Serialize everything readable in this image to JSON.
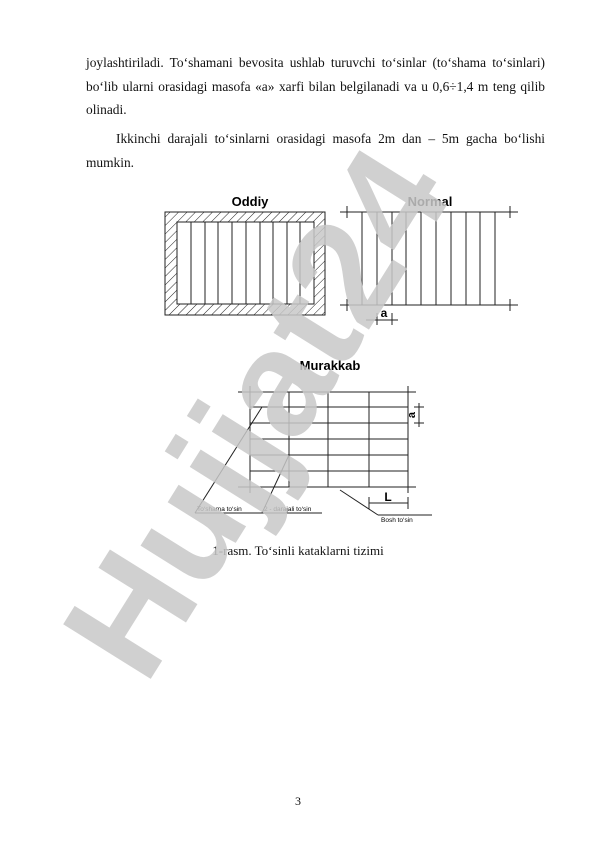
{
  "body": {
    "paragraph1": "joylashtiriladi. To‘shamani bevosita ushlab turuvchi to‘sinlar (to‘shama to‘sinlari) bo‘lib ularni orasidagi masofa «a» xarfi bilan belgilanadi va u 0,6÷1,4 m teng qilib olinadi.",
    "paragraph2": "Ikkinchi darajali to‘sinlarni orasidagi masofa 2m dan – 5m gacha bo‘lishi mumkin."
  },
  "figure": {
    "label_oddiy": "Oddiy",
    "label_normal": "Normal",
    "label_murakkab": "Murakkab",
    "dim_a_normal": "a",
    "dim_a_murakkab": "a",
    "dim_L": "L",
    "callout_toshama": "To‘shama to‘sin",
    "callout_ikkinchi": "2 - darajali to‘sin",
    "callout_bosh": "Bosh to‘sin",
    "caption": "1-rasm. To‘sinli kataklarni tizimi"
  },
  "watermark": {
    "text": "Hujjat24",
    "color": "#c8c8c8"
  },
  "page": {
    "number": "3"
  }
}
